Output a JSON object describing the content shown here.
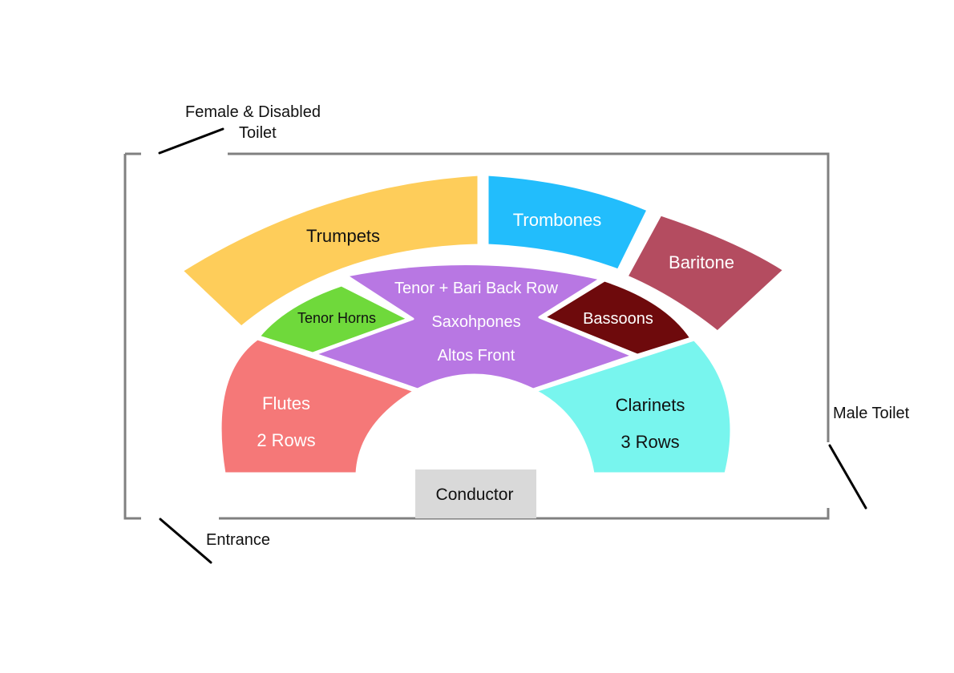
{
  "labels": {
    "female_toilet_line1": "Female & Disabled",
    "female_toilet_line2": "Toilet",
    "male_toilet": "Male Toilet",
    "entrance": "Entrance",
    "conductor": "Conductor"
  },
  "sections": {
    "trumpets": {
      "label": "Trumpets",
      "color": "#FECD5A"
    },
    "trombones": {
      "label": "Trombones",
      "color": "#22BDFC"
    },
    "baritone": {
      "label": "Baritone",
      "color": "#B44C60"
    },
    "tenor_horns": {
      "label": "Tenor Horns",
      "color": "#6FD93B"
    },
    "saxophones": {
      "line1": "Tenor + Bari Back Row",
      "line2": "Saxohpones",
      "line3": "Altos Front",
      "color": "#B877E3"
    },
    "bassoons": {
      "label": "Bassoons",
      "color": "#6E0A0C"
    },
    "flutes": {
      "line1": "Flutes",
      "line2": "2 Rows",
      "color": "#F57878"
    },
    "clarinets": {
      "line1": "Clarinets",
      "line2": "3 Rows",
      "color": "#78F5EE"
    },
    "conductor_box_color": "#D9D9D9"
  }
}
